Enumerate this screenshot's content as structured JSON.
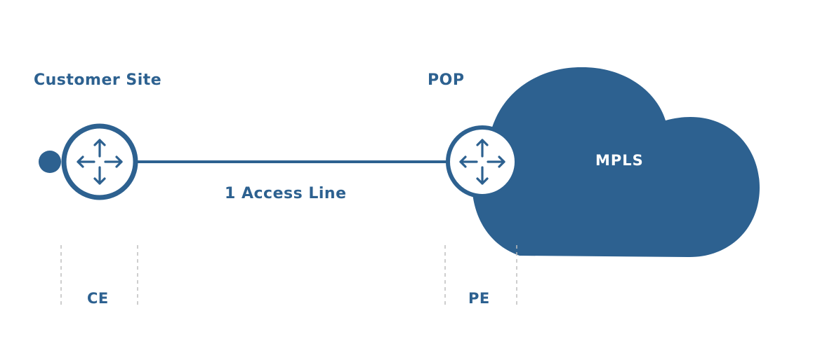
{
  "diagram": {
    "customer_site_label": "Customer Site",
    "pop_label": "POP",
    "access_line_label": "1 Access Line",
    "ce_label": "CE",
    "pe_label": "PE",
    "mpls_label": "MPLS"
  },
  "colors": {
    "primary": "#2d6190",
    "background": "#ffffff",
    "divider": "#bdbdbd",
    "cloud_text": "#ffffff"
  },
  "icons": {
    "customer_router": "router-icon",
    "pop_router": "router-icon",
    "endpoint": "endpoint-dot-icon",
    "cloud": "cloud-icon"
  }
}
